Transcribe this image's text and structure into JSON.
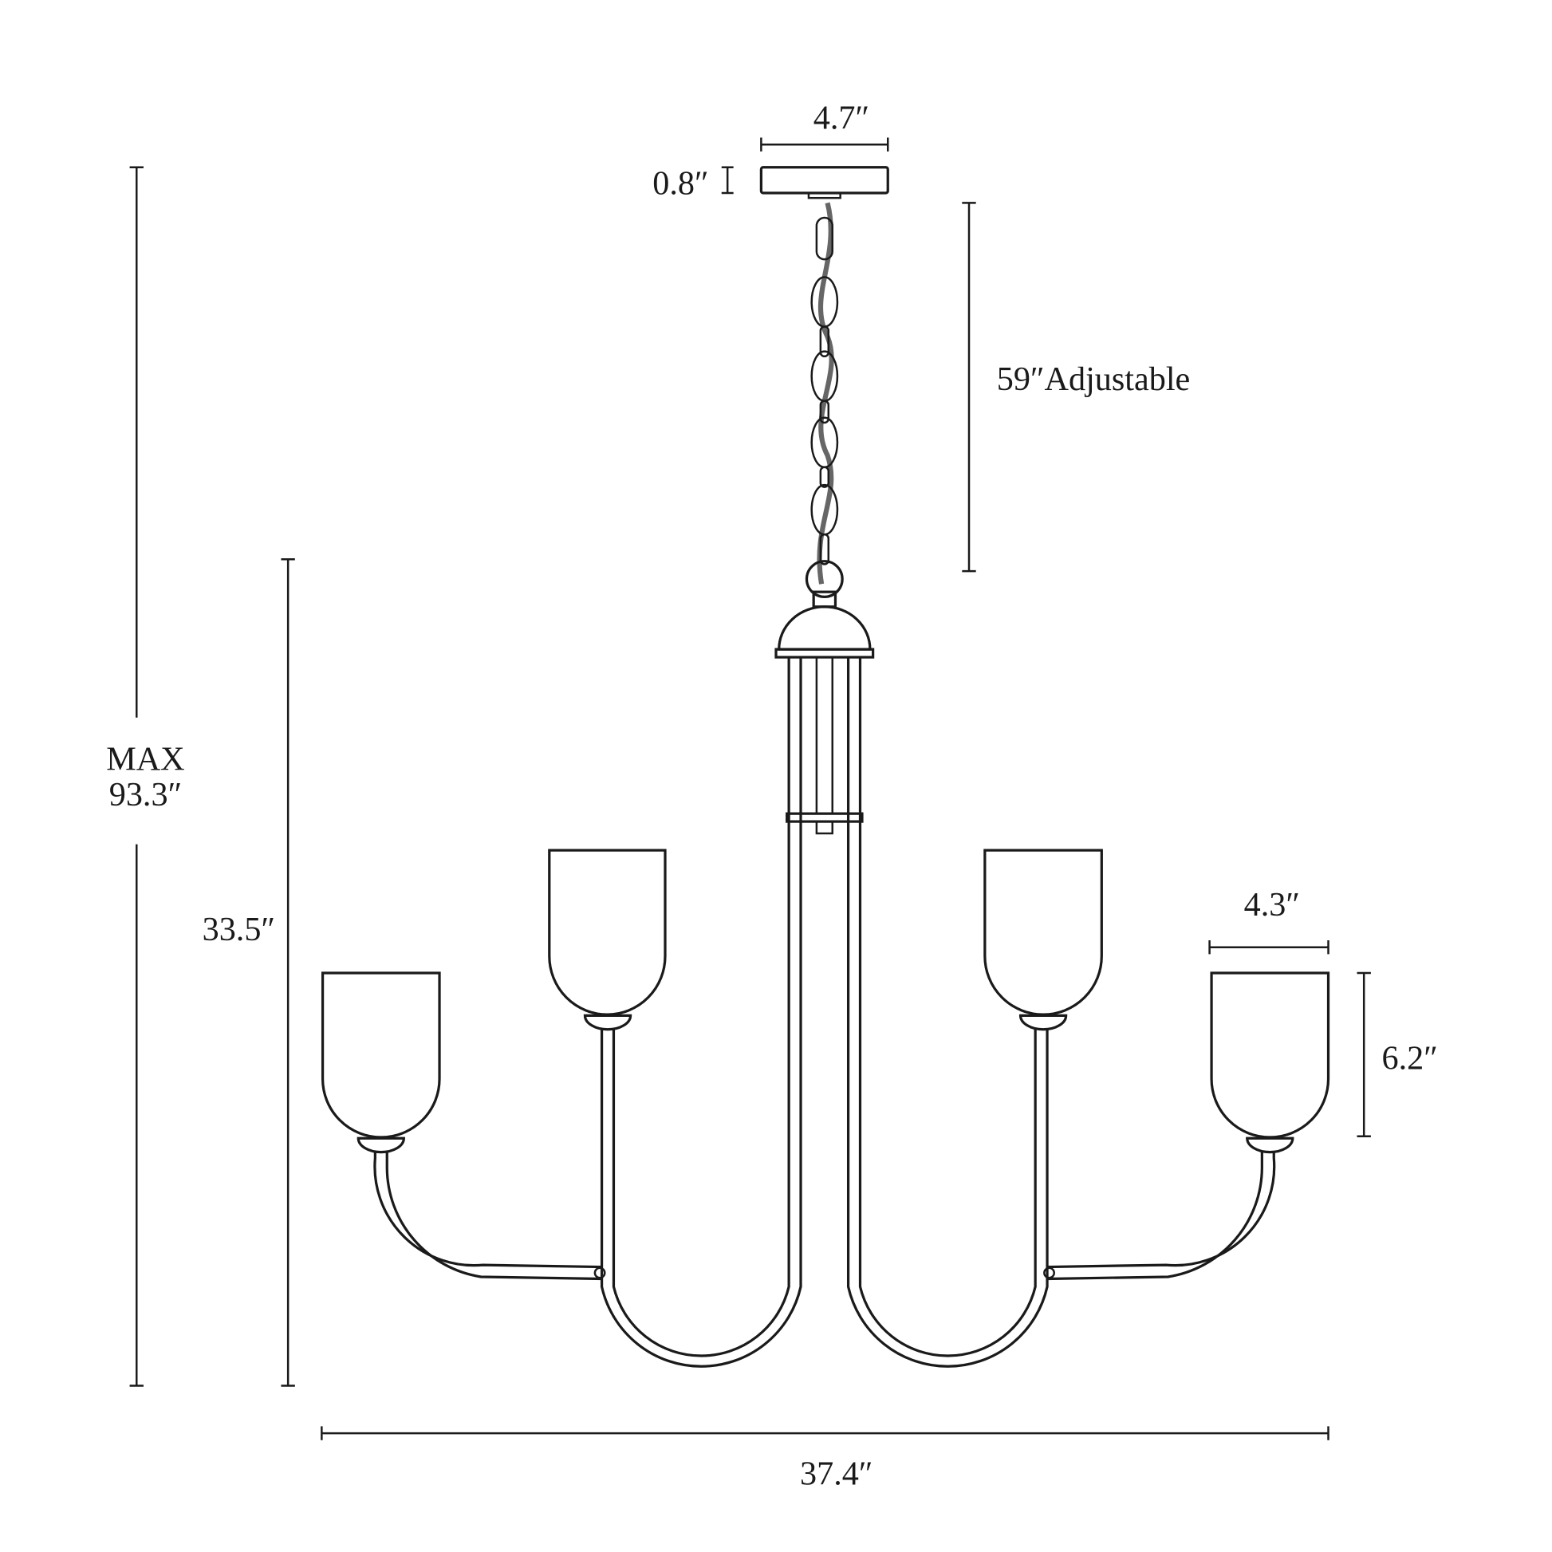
{
  "dimensions": {
    "canopy_width": "4.7″",
    "canopy_height": "0.8″",
    "chain_length": "59″Adjustable",
    "max_label": "MAX",
    "max_height": "93.3″",
    "fixture_height": "33.5″",
    "shade_width": "4.3″",
    "shade_height": "6.2″",
    "overall_width": "37.4″"
  },
  "colors": {
    "line": "#1a1a1a",
    "cord": "#666666",
    "background": "#ffffff"
  }
}
